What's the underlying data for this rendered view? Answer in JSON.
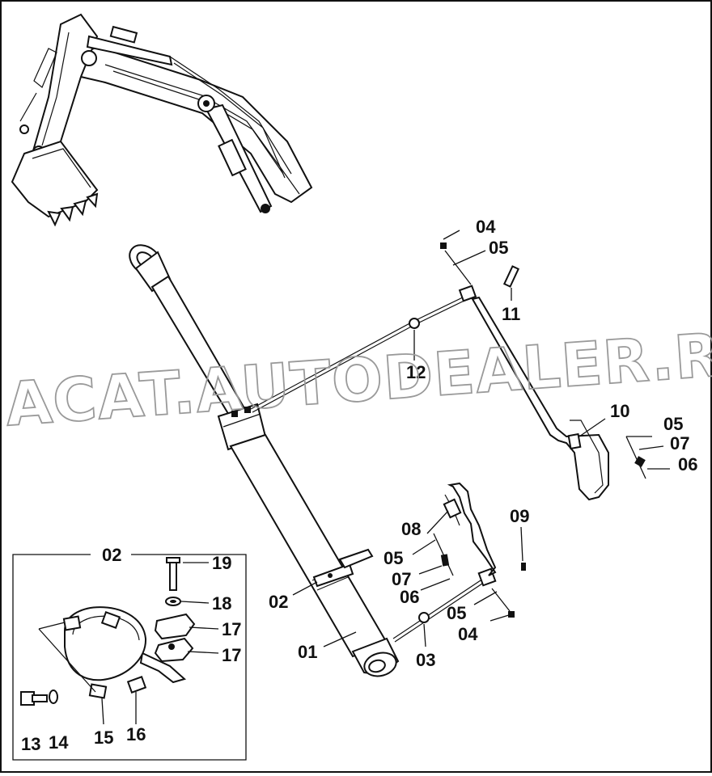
{
  "watermark": "ACAT.AUTODEALER.RU",
  "inset": {
    "title": "02"
  },
  "callouts": [
    "04",
    "05",
    "11",
    "12",
    "10",
    "05",
    "07",
    "06",
    "08",
    "05",
    "07",
    "06",
    "09",
    "05",
    "04",
    "03",
    "02",
    "01"
  ],
  "inset_callouts": [
    "19",
    "18",
    "17",
    "17",
    "13",
    "14",
    "15",
    "16"
  ]
}
